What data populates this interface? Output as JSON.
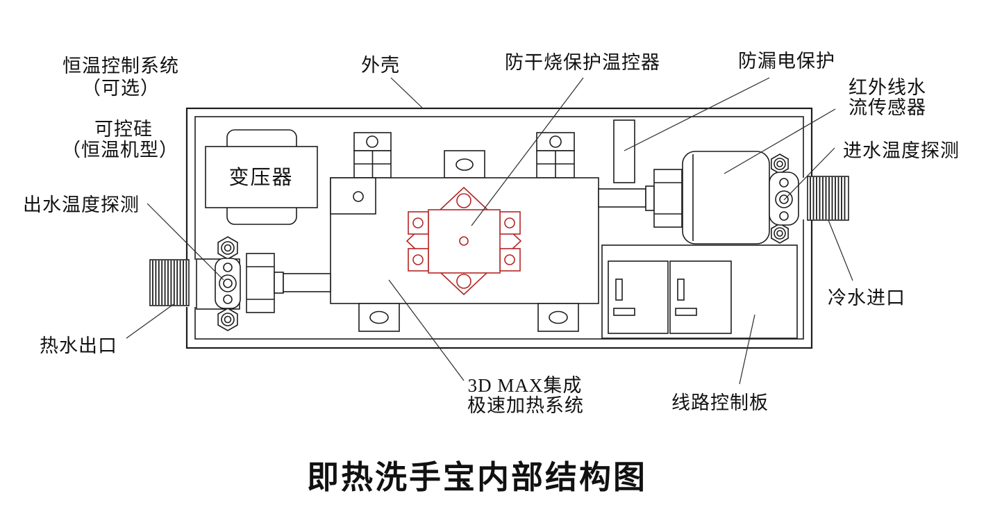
{
  "title": "即热洗手宝内部结构图",
  "labels": {
    "thermo_system_l1": "恒温控制系统",
    "thermo_system_l2": "（可选）",
    "scr_l1": "可控硅",
    "scr_l2": "（恒温机型）",
    "outlet_temp": "出水温度探测",
    "hot_water_outlet": "热水出口",
    "shell": "外壳",
    "dry_burn_thermostat": "防干烧保护温控器",
    "leakage_protect": "防漏电保护",
    "ir_flow_sensor_l1": "红外线水",
    "ir_flow_sensor_l2": "流传感器",
    "inlet_temp": "进水温度探测",
    "cold_water_inlet": "冷水进口",
    "heating_system_l1": "3D MAX集成",
    "heating_system_l2": "极速加热系统",
    "control_board": "线路控制板",
    "transformer": "变压器"
  },
  "colors": {
    "line": "#1c1c1c",
    "accent_red": "#b42424",
    "background": "#ffffff"
  }
}
